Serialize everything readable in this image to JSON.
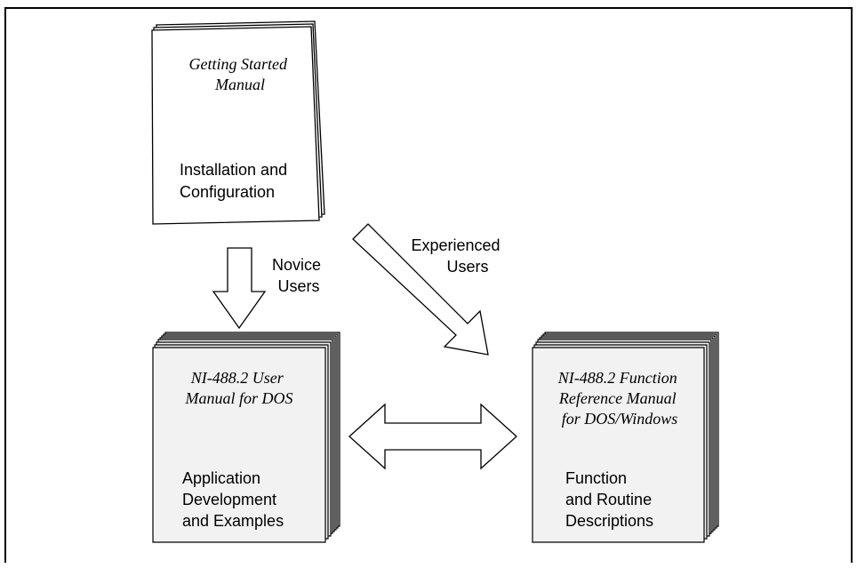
{
  "getting_started": {
    "title_lines": [
      "Getting Started",
      "Manual"
    ],
    "sub_lines": [
      "Installation and",
      "Configuration"
    ]
  },
  "user_manual": {
    "title_lines": [
      "NI-488.2 User",
      "Manual for DOS"
    ],
    "sub_lines": [
      "Application",
      "Development",
      "and Examples"
    ]
  },
  "function_reference": {
    "title_lines": [
      "NI-488.2 Function",
      "Reference Manual",
      "for DOS/Windows"
    ],
    "sub_lines": [
      "Function",
      "and Routine",
      "Descriptions"
    ]
  },
  "arrows": {
    "novice_lines": [
      "Novice",
      "Users"
    ],
    "experienced_lines": [
      "Experienced",
      "Users"
    ]
  }
}
